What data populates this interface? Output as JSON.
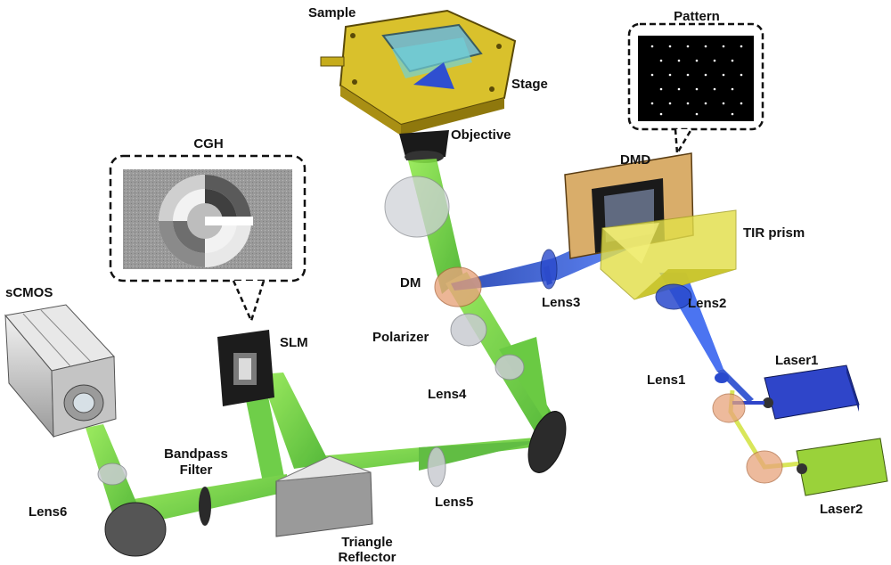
{
  "labels": {
    "sample": "Sample",
    "stage": "Stage",
    "objective": "Objective",
    "pattern": "Pattern",
    "dmd": "DMD",
    "tir_prism": "TIR prism",
    "cgh": "CGH",
    "dm": "DM",
    "lens3": "Lens3",
    "lens2": "Lens2",
    "polarizer": "Polarizer",
    "scmos": "sCMOS",
    "slm": "SLM",
    "lens4": "Lens4",
    "lens1": "Lens1",
    "laser1": "Laser1",
    "laser2": "Laser2",
    "bandpass_line1": "Bandpass",
    "bandpass_line2": "Filter",
    "lens6": "Lens6",
    "lens5": "Lens5",
    "triangle_line1": "Triangle",
    "triangle_line2": "Reflector"
  },
  "colors": {
    "green_beam": "#6fdc2e",
    "blue_beam": "#2f5fe0",
    "yellow_light": "#e8ee7a",
    "lens": "#c9ccd2",
    "dm_orange": "#e8a47c",
    "stage_yellow": "#e6d23a",
    "prism_yellow": "#e2df4a"
  }
}
